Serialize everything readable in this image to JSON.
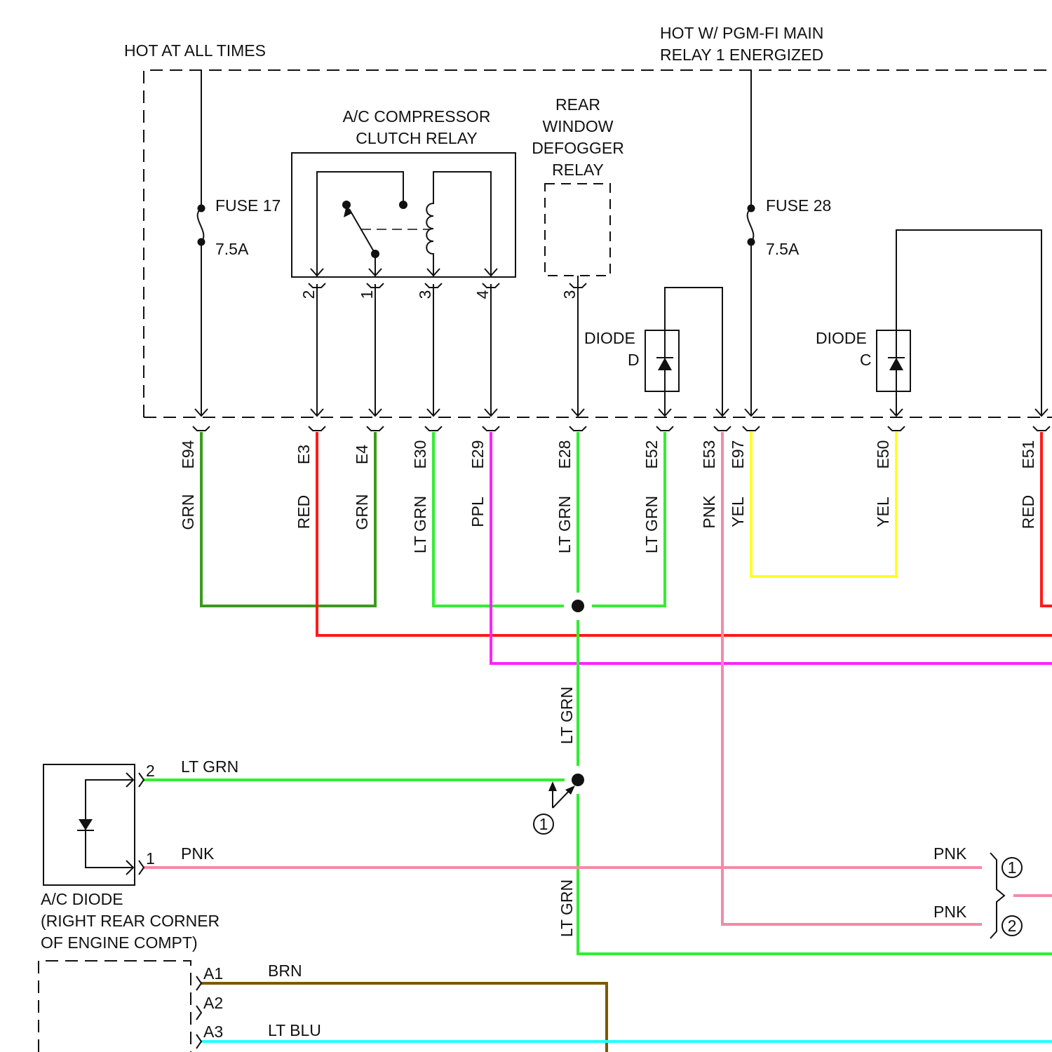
{
  "power": {
    "hot_always": "HOT AT ALL TIMES",
    "hot_pgm_1": "HOT W/ PGM-FI MAIN",
    "hot_pgm_2": "RELAY 1 ENERGIZED"
  },
  "fuses": [
    {
      "name": "FUSE 17",
      "rating": "7.5A"
    },
    {
      "name": "FUSE 28",
      "rating": "7.5A"
    }
  ],
  "ac_relay": {
    "title_1": "A/C COMPRESSOR",
    "title_2": "CLUTCH RELAY",
    "pins": [
      "2",
      "1",
      "3",
      "4"
    ]
  },
  "defogger_relay": {
    "lines": [
      "REAR",
      "WINDOW",
      "DEFOGGER",
      "RELAY"
    ],
    "pin": "3"
  },
  "diode_d": {
    "line1": "DIODE",
    "line2": "D"
  },
  "diode_c": {
    "line1": "DIODE",
    "line2": "C"
  },
  "terminals": [
    {
      "id": "E94",
      "color_label": "GRN",
      "color": "#3c9a1c"
    },
    {
      "id": "E3",
      "color_label": "RED",
      "color": "#ff1a1a"
    },
    {
      "id": "E4",
      "color_label": "GRN",
      "color": "#3c9a1c"
    },
    {
      "id": "E30",
      "color_label": "LT GRN",
      "color": "#33ee33"
    },
    {
      "id": "E29",
      "color_label": "PPL",
      "color": "#ff22ff"
    },
    {
      "id": "E28",
      "color_label": "LT GRN",
      "color": "#33ee33"
    },
    {
      "id": "E52",
      "color_label": "LT GRN",
      "color": "#33ee33"
    },
    {
      "id": "E53",
      "color_label": "PNK",
      "color": "#f48aa8"
    },
    {
      "id": "E97",
      "color_label": "YEL",
      "color": "#ffff22"
    },
    {
      "id": "E50",
      "color_label": "YEL",
      "color": "#ffff22"
    },
    {
      "id": "E51",
      "color_label": "RED",
      "color": "#ff1a1a"
    }
  ],
  "trunk_labels": {
    "upper": "LT GRN",
    "lower": "LT GRN"
  },
  "ac_diode": {
    "pins": [
      "2",
      "1"
    ],
    "wire_2": "LT GRN",
    "wire_1": "PNK",
    "label_1": "A/C DIODE",
    "label_2": "(RIGHT REAR CORNER",
    "label_3": "OF ENGINE COMPT)"
  },
  "splice_callouts": {
    "ref": "1",
    "branch_1": "1",
    "branch_2": "2",
    "pnk_1": "PNK",
    "pnk_2": "PNK"
  },
  "bottom_connector": {
    "pins": [
      "A1",
      "A2",
      "A3"
    ],
    "wire_a1": "BRN",
    "wire_a3": "LT BLU",
    "brn_color": "#7a5a00",
    "ltblu_color": "#22ffff"
  }
}
